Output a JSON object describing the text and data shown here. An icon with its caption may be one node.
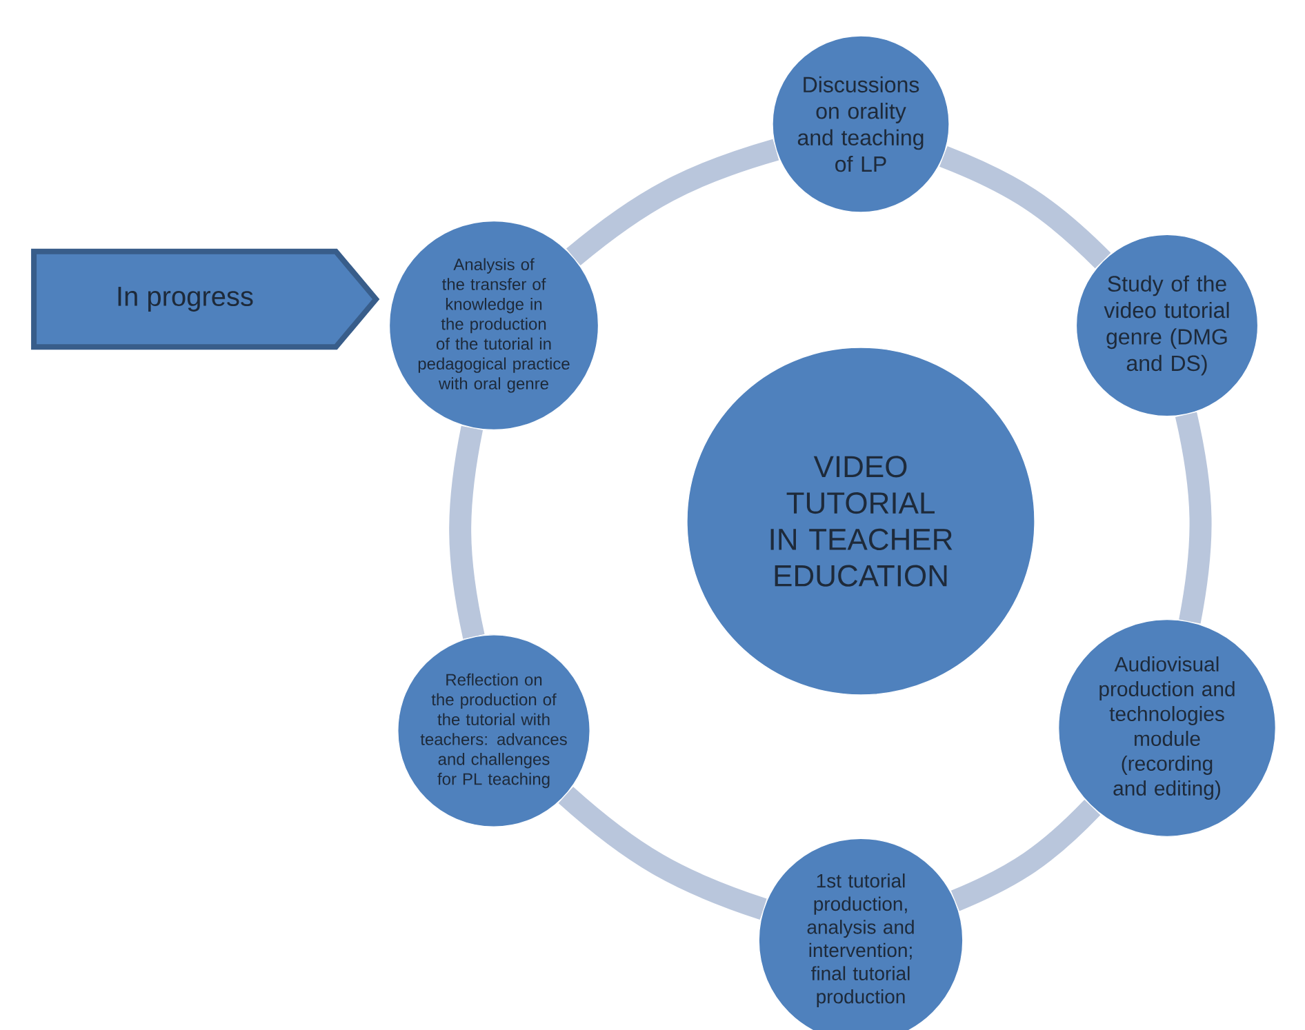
{
  "diagram": {
    "nodes": [
      {
        "text": [
          "In progress"
        ]
      },
      {
        "text": [
          "Discussions on orality and teaching of LP"
        ]
      },
      {
        "text": [
          "Study of the video tutorial genre (DMG and DS)"
        ]
      },
      {
        "text": [
          "Audiovisual production and technologies module (recording and editing)"
        ]
      },
      {
        "text": [
          "1st tutorial production, analysis and intervention; final tutorial production"
        ]
      },
      {
        "text": [
          "Reflection on the production of the tutorial with teachers: advances and challenges for PL teaching"
        ]
      },
      {
        "text": [
          "Analysis of the transfer of knowledge in the production of the tutorial in pedagogical practice with oral genre"
        ]
      },
      {
        "text": [
          "VIDEO TUTORIAL IN TEACHER EDUCATION"
        ]
      }
    ],
    "edges": [
      {
        "from": 1,
        "to": 2,
        "arrow": "none"
      },
      {
        "from": 2,
        "to": 3,
        "arrow": "none"
      },
      {
        "from": 3,
        "to": 4,
        "arrow": "none"
      },
      {
        "from": 4,
        "to": 5,
        "arrow": "none"
      },
      {
        "from": 5,
        "to": 6,
        "arrow": "none"
      },
      {
        "from": 6,
        "to": 1,
        "arrow": "none"
      }
    ]
  }
}
